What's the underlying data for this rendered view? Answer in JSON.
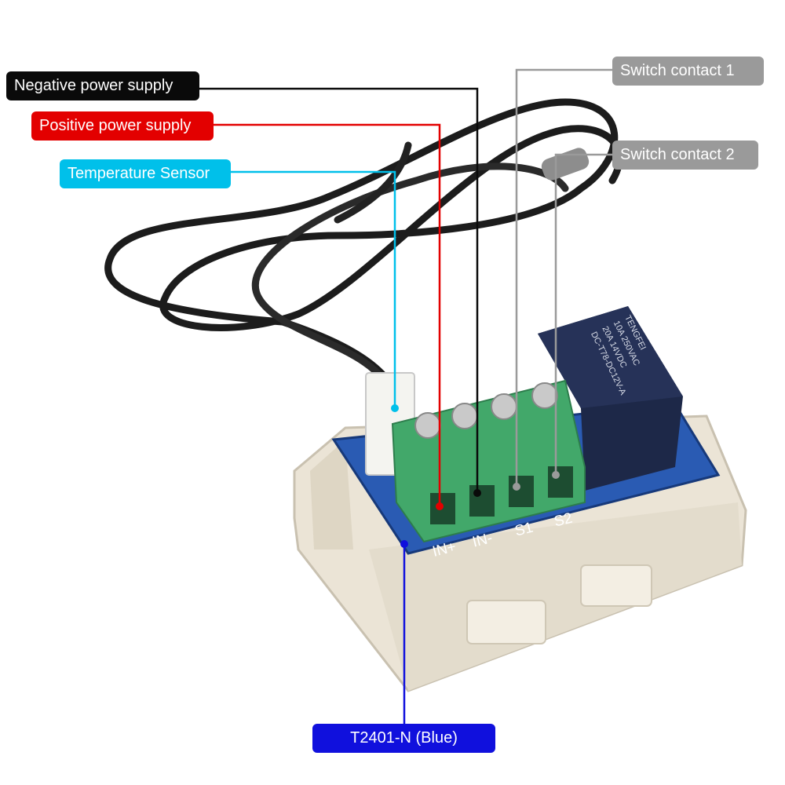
{
  "labels": {
    "negative_power": "Negative power supply",
    "positive_power": "Positive power supply",
    "temperature_sensor": "Temperature Sensor",
    "switch_contact_1": "Switch contact 1",
    "switch_contact_2": "Switch contact 2",
    "model": "T2401-N (Blue)"
  },
  "terminal_labels": [
    "IN+",
    "IN-",
    "S1",
    "S2"
  ],
  "relay_markings": {
    "brand": "TENGFEI",
    "line1": "10A 250VAC",
    "line2": "20A 14VDC",
    "line3": "DC-T78-DC12V-A"
  },
  "colors": {
    "negative": "#0a0a0a",
    "positive": "#e30000",
    "sensor": "#00c0ea",
    "switch": "#9a9a9a",
    "model": "#1010dd",
    "pcb": "#1f4fa8",
    "terminal": "#3fa866",
    "housing": "#ece6d8",
    "relay": "#1e2a4a"
  }
}
